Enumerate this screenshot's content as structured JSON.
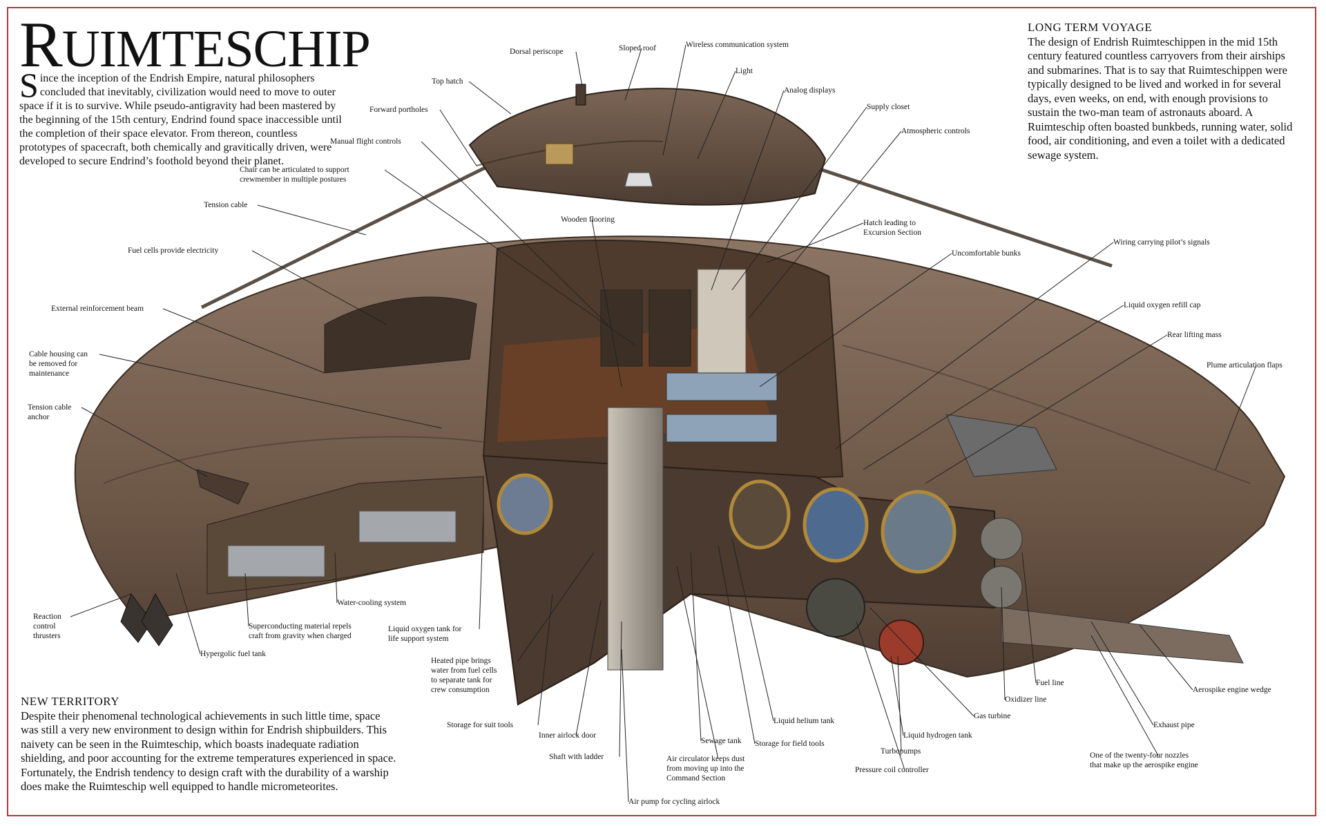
{
  "title": {
    "first": "R",
    "rest": "UIMTESCHIP"
  },
  "intro": {
    "dropcap": "S",
    "text": "ince the inception of the Endrish Empire, natural philosophers concluded that inevitably, civilization would need to move to outer space if it is to survive. While pseudo-antigravity had been mastered by the beginning of the 15th century, Endrind found space inaccessible until the completion of their space elevator. From thereon, countless prototypes of spacecraft, both chemically and gravitically driven, were developed to secure Endrind’s foothold beyond their planet."
  },
  "voyage": {
    "heading": "LONG TERM VOYAGE",
    "text": "The design of Endrish Ruimteschippen in the mid 15th century featured countless carryovers from their airships and submarines. That is to say that Ruimteschippen were typically designed to be lived and worked in for several days, even weeks, on end, with enough provisions to sustain the two-man team of astronauts aboard. A Ruimteschip often boasted bunkbeds, running water, solid food, air conditioning, and even a toilet with a dedicated sewage system."
  },
  "territory": {
    "heading": "NEW TERRITORY",
    "text": "Despite their phenomenal technological achievements in such little time, space was still a very new environment to design within for Endrish shipbuilders. This naivety can be seen in the Ruimteschip, which boasts inadequate radiation shielding, and poor accounting for the extreme temperatures experienced in space. Fortunately, the Endrish tendency to design craft with the durability of a warship does make the Ruimteschip well equipped to handle micrometeorites."
  },
  "colors": {
    "frame": "#b23a3a",
    "hull": "#6b5545",
    "hull_light": "#8c7564",
    "interior": "#5a4434",
    "leader": "#222222"
  },
  "labels": [
    {
      "id": "dorsal-periscope",
      "text": "Dorsal periscope"
    },
    {
      "id": "sloped-roof",
      "text": "Sloped roof"
    },
    {
      "id": "wireless-communication-system",
      "text": "Wireless communication system"
    },
    {
      "id": "light",
      "text": "Light"
    },
    {
      "id": "top-hatch",
      "text": "Top hatch"
    },
    {
      "id": "analog-displays",
      "text": "Analog displays"
    },
    {
      "id": "supply-closet",
      "text": "Supply closet"
    },
    {
      "id": "forward-portholes",
      "text": "Forward portholes"
    },
    {
      "id": "atmospheric-controls",
      "text": "Atmospheric controls"
    },
    {
      "id": "manual-flight-controls",
      "text": "Manual flight controls"
    },
    {
      "id": "chair-articulated",
      "text": "Chair can be articulated to support\ncrewmember in multiple postures"
    },
    {
      "id": "tension-cable",
      "text": "Tension cable"
    },
    {
      "id": "wooden-flooring",
      "text": "Wooden flooring"
    },
    {
      "id": "hatch-excursion",
      "text": "Hatch leading to\nExcursion Section"
    },
    {
      "id": "wiring-pilot-signals",
      "text": "Wiring carrying pilot’s signals"
    },
    {
      "id": "fuel-cells",
      "text": "Fuel cells provide electricity"
    },
    {
      "id": "uncomfortable-bunks",
      "text": "Uncomfortable bunks"
    },
    {
      "id": "liquid-oxygen-refill-cap",
      "text": "Liquid oxygen refill cap"
    },
    {
      "id": "external-reinforcement-beam",
      "text": "External reinforcement beam"
    },
    {
      "id": "rear-lifting-mass",
      "text": "Rear lifting mass"
    },
    {
      "id": "cable-housing",
      "text": "Cable housing can\nbe removed for\nmaintenance"
    },
    {
      "id": "plume-articulation-flaps",
      "text": "Plume articulation flaps"
    },
    {
      "id": "tension-cable-anchor",
      "text": "Tension cable\nanchor"
    },
    {
      "id": "water-cooling-system",
      "text": "Water-cooling system"
    },
    {
      "id": "reaction-control-thrusters",
      "text": "Reaction\ncontrol\nthrusters"
    },
    {
      "id": "superconducting-material",
      "text": "Superconducting material repels\ncraft from gravity when charged"
    },
    {
      "id": "liquid-oxygen-tank",
      "text": "Liquid oxygen tank for\nlife support system"
    },
    {
      "id": "hypergolic-fuel-tank",
      "text": "Hypergolic fuel tank"
    },
    {
      "id": "heated-pipe",
      "text": "Heated pipe brings\nwater from fuel cells\nto separate tank for\ncrew consumption"
    },
    {
      "id": "fuel-line",
      "text": "Fuel line"
    },
    {
      "id": "aerospike-engine-wedge",
      "text": "Aerospike engine wedge"
    },
    {
      "id": "oxidizer-line",
      "text": "Oxidizer line"
    },
    {
      "id": "gas-turbine",
      "text": "Gas turbine"
    },
    {
      "id": "liquid-helium-tank",
      "text": "Liquid helium tank"
    },
    {
      "id": "storage-suit-tools",
      "text": "Storage for suit tools"
    },
    {
      "id": "exhaust-pipe",
      "text": "Exhaust pipe"
    },
    {
      "id": "inner-airlock-door",
      "text": "Inner airlock door"
    },
    {
      "id": "sewage-tank",
      "text": "Sewage tank"
    },
    {
      "id": "storage-field-tools",
      "text": "Storage for field tools"
    },
    {
      "id": "liquid-hydrogen-tank",
      "text": "Liquid hydrogen tank"
    },
    {
      "id": "shaft-with-ladder",
      "text": "Shaft with ladder"
    },
    {
      "id": "turbopumps",
      "text": "Turbopumps"
    },
    {
      "id": "air-circulator",
      "text": "Air circulator keeps dust\nfrom moving up into the\nCommand Section"
    },
    {
      "id": "twenty-four-nozzles",
      "text": "One of the twenty-four nozzles\nthat make up the aerospike engine"
    },
    {
      "id": "pressure-coil-controller",
      "text": "Pressure coil controller"
    },
    {
      "id": "air-pump",
      "text": "Air pump for cycling airlock"
    }
  ]
}
